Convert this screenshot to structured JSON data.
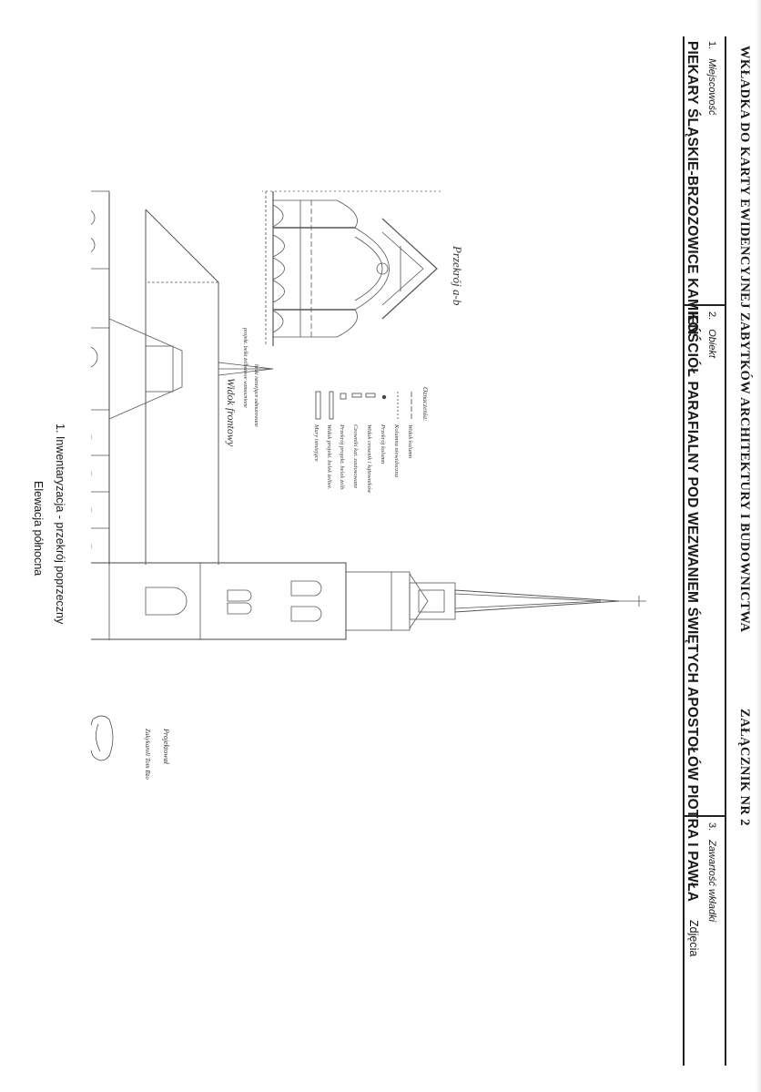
{
  "header": {
    "title": "WKŁADKA DO KARTY EWIDENCYJNEJ ZABYTKÓW ARCHITEKTURY I BUDOWNICTWA",
    "annex": "ZAŁĄCZNIK NR 2"
  },
  "fields": [
    {
      "number": "1.",
      "label": "Miejscowość",
      "value": "PIEKARY ŚLĄSKIE-BRZOZOWICE KAMIEŃ"
    },
    {
      "number": "2.",
      "label": "Obiekt",
      "value": "KOŚCIÓŁ PARAFIALNY POD WEZWANIEM ŚWIĘTYCH APOSTOŁÓW PIOTRA I PAWŁA"
    },
    {
      "number": "3.",
      "label": "Zawartość wkładki",
      "value": "Zdjęcia"
    }
  ],
  "caption": {
    "line1": "1.   Inwentaryzacja - przekrój poprzeczny",
    "line2": "Elewacja północna"
  },
  "drawing": {
    "section_title": "Przekrój a-b",
    "front_title": "Widok frontowy",
    "legend_title": "Oznaczenia:",
    "legend_items": [
      "Widok kolumn",
      "Kolumna niewidoczna",
      "Przekrój kolumn",
      "Widok ceownik i kątowników",
      "Ceowniki kat. zastosowane",
      "Przekrój projekt. belek żelb.",
      "Widok projekt. belek żelbet.",
      "Mury istniejące"
    ],
    "notes": [
      "belki istniejące odmurowane",
      "projekt. belki żelbetowe wzmocnione"
    ],
    "signature": "Projektował",
    "signature_names": "Zakykaroli  Tom Bzo"
  },
  "colors": {
    "ink": "#1a1a1a",
    "paper": "#ffffff",
    "line": "#555555"
  }
}
